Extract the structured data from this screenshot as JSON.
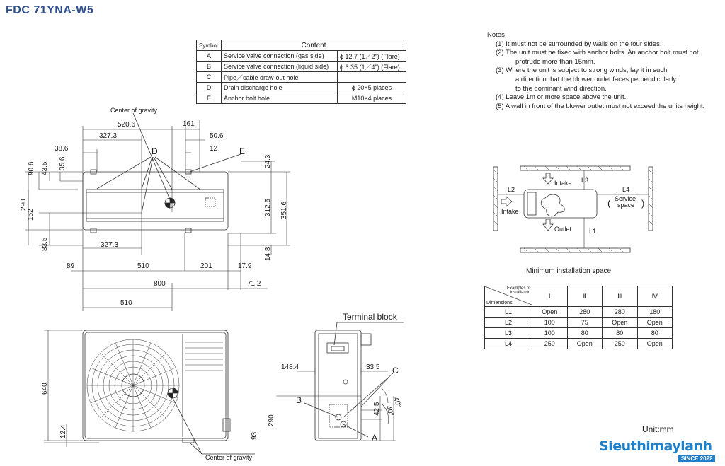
{
  "title": "FDC 71YNA-W5",
  "content_table": {
    "headers": [
      "Symbol",
      "Content"
    ],
    "rows": [
      {
        "symbol": "A",
        "desc": "Service valve connection (gas side)",
        "spec": "ϕ 12.7 (1／2\") (Flare)"
      },
      {
        "symbol": "B",
        "desc": "Service valve connection (liquid side)",
        "spec": "ϕ 6.35 (1／4\") (Flare)"
      },
      {
        "symbol": "C",
        "desc": "Pipe／cable draw-out hole",
        "spec": ""
      },
      {
        "symbol": "D",
        "desc": "Drain discharge hole",
        "spec": "ϕ 20×5 places"
      },
      {
        "symbol": "E",
        "desc": "Anchor bolt hole",
        "spec": "M10×4 places"
      }
    ]
  },
  "notes": {
    "heading": "Notes",
    "items": [
      "(1) It must not be surrounded by walls on the four sides.",
      "(2) The unit must be fixed with anchor bolts. An anchor bolt must not",
      "protrude more than 15mm.",
      "(3) Where the unit is subject to strong winds, lay it in such",
      "a direction that the blower outlet faces perpendicularly",
      "to the dominant wind direction.",
      "(4) Leave 1m or more space above the unit.",
      "(5) A wall in front of the blower outlet must not exceed the units height."
    ]
  },
  "top_view": {
    "center_of_gravity": "Center of gravity",
    "dims": {
      "d520_6": "520.6",
      "d161": "161",
      "d327_3a": "327.3",
      "d50_6": "50.6",
      "d38_6": "38.6",
      "d12": "12",
      "d90_6": "90.6",
      "d43_5": "43.5",
      "d35_6": "35.6",
      "d24_3": "24.3",
      "d290": "290",
      "d152": "152",
      "d312_5": "312.5",
      "d351_6": "351.6",
      "d83_5": "83.5",
      "d327_3b": "327.3",
      "d14_8": "14.8",
      "d89": "89",
      "d510a": "510",
      "d201": "201",
      "d17_9": "17.9",
      "d800": "800",
      "d71_2": "71.2",
      "d510b": "510"
    },
    "labels": {
      "D": "D",
      "E": "E"
    }
  },
  "front_view": {
    "dims": {
      "d640": "640",
      "d12_4": "12.4"
    },
    "center_of_gravity": "Center of gravity"
  },
  "side_view": {
    "terminal_block": "Terminal block",
    "dims": {
      "d148_4": "148.4",
      "d33_5": "33.5",
      "d42_5": "42.5",
      "d290": "290",
      "d93": "93",
      "d40a": "40°",
      "d40b": "40°"
    },
    "labels": {
      "A": "A",
      "B": "B",
      "C": "C"
    }
  },
  "install_diagram": {
    "intake_top": "Intake",
    "intake_left": "Intake",
    "outlet": "Outlet",
    "service_space": "Service\nspace",
    "L1": "L1",
    "L2": "L2",
    "L3": "L3",
    "L4": "L4",
    "caption": "Minimum installation space"
  },
  "space_table": {
    "corner_top": "Examples of installation",
    "corner_bottom": "Dimensions",
    "columns": [
      "Ⅰ",
      "Ⅱ",
      "Ⅲ",
      "Ⅳ"
    ],
    "rows": [
      {
        "label": "L1",
        "values": [
          "Open",
          "280",
          "280",
          "180"
        ]
      },
      {
        "label": "L2",
        "values": [
          "100",
          "75",
          "Open",
          "Open"
        ]
      },
      {
        "label": "L3",
        "values": [
          "100",
          "80",
          "80",
          "80"
        ]
      },
      {
        "label": "L4",
        "values": [
          "250",
          "Open",
          "250",
          "Open"
        ]
      }
    ]
  },
  "unit": "Unit:mm",
  "watermark": {
    "brand": "Sieuthimaylanh",
    "since": "SINCE 2022"
  }
}
